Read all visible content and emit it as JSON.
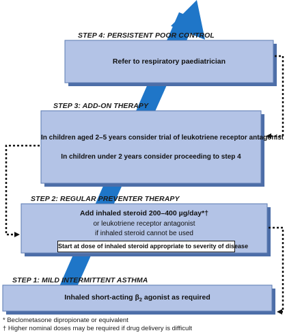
{
  "steps": {
    "step4": {
      "title": "STEP 4: PERSISTENT POOR CONTROL",
      "line1": "Refer to respiratory paediatrician"
    },
    "step3": {
      "title": "STEP 3: ADD-ON THERAPY",
      "line1": "In children aged 2–5 years consider trial of leukotriene receptor antagonist",
      "line2": "In children under 2 years consider proceeding to step 4"
    },
    "step2": {
      "title": "STEP 2: REGULAR PREVENTER THERAPY",
      "line1": "Add inhaled steroid 200–400 µg/day*†",
      "line2": "or leukotriene receptor antagonist",
      "line3": "if inhaled steroid cannot be used",
      "note": "Start at dose of inhaled steroid appropriate to severity of disease"
    },
    "step1": {
      "title": "STEP 1: MILD INTERMITTENT ASTHMA",
      "line1_pre": "Inhaled short-acting β",
      "line1_sub": "2",
      "line1_post": " agonist as required"
    }
  },
  "footnotes": {
    "star": "*  Beclometasone dipropionate or equivalent",
    "dagger": "†  Higher nominal doses may be required if drug delivery is difficult"
  },
  "colors": {
    "box_fill": "#b3c3e6",
    "box_shadow": "#4d6ea8",
    "arrow_blue": "#1f76c8",
    "dotted": "#111111"
  }
}
